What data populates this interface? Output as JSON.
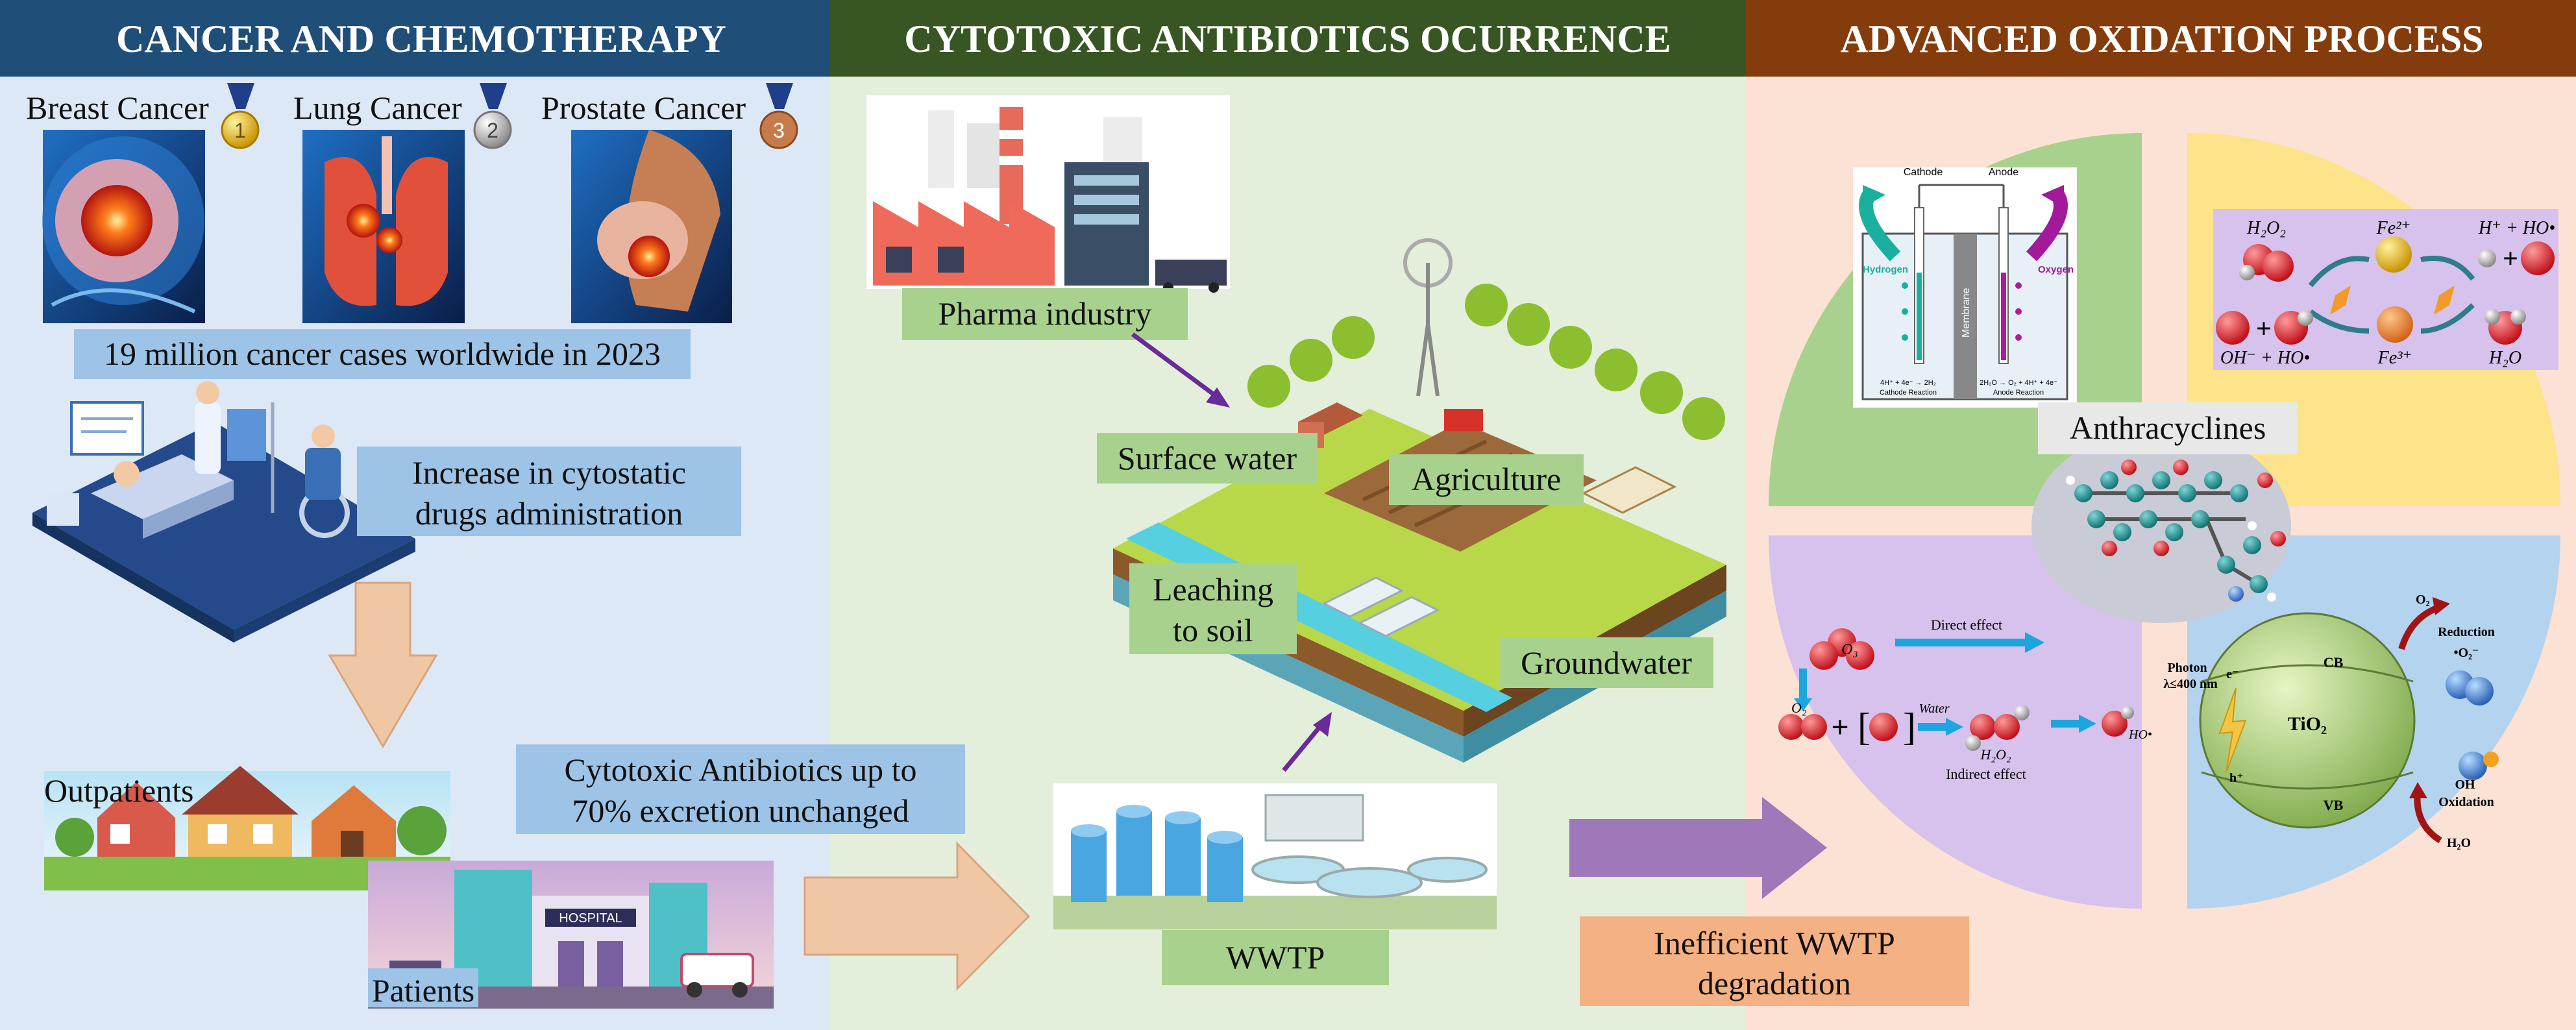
{
  "headers": {
    "left": "CANCER AND CHEMOTHERAPY",
    "middle": "CYTOTOXIC ANTIBIOTICS OCURRENCE",
    "right": "ADVANCED OXIDATION PROCESS"
  },
  "colors": {
    "left_header": "#1f4e79",
    "middle_header": "#375623",
    "right_header": "#843c0c",
    "left_bg": "#dde8f6",
    "middle_bg": "#e3eedb",
    "right_bg": "#fbe2d5",
    "label_blue": "#9dc3e6",
    "label_green": "#a9d18e",
    "label_orange": "#f4b183",
    "arrow_peach": "#f0c7a5",
    "arrow_purple": "#9e78b8"
  },
  "cancer": {
    "types": [
      {
        "name": "Breast Cancer",
        "medal": "1"
      },
      {
        "name": "Lung Cancer",
        "medal": "2"
      },
      {
        "name": "Prostate Cancer",
        "medal": "3"
      }
    ],
    "cases_label": "19 million cancer cases worldwide in 2023",
    "increase_label_line1": "Increase in cytostatic",
    "increase_label_line2": "drugs administration",
    "outpatients_label": "Outpatients",
    "patients_label": "Patients",
    "hospital_sign": "HOSPITAL"
  },
  "occurrence": {
    "pharma_label": "Pharma industry",
    "surface_water_label": "Surface water",
    "agriculture_label": "Agriculture",
    "leaching_line1": "Leaching",
    "leaching_line2": "to soil",
    "groundwater_label": "Groundwater",
    "excretion_line1": "Cytotoxic Antibiotics up to",
    "excretion_line2": "70% excretion unchanged",
    "wwtp_label": "WWTP",
    "inefficient_line1": "Inefficient WWTP",
    "inefficient_line2": "degradation"
  },
  "aop": {
    "anthracyclines_label": "Anthracyclines",
    "electrolysis": {
      "cathode": "Cathode",
      "anode": "Anode",
      "hydrogen": "Hydrogen",
      "oxygen": "Oxygen",
      "membrane": "Membrane",
      "cathode_reaction_eq": "4H⁺ + 4e⁻ → 2H₂",
      "cathode_reaction": "Cathode Reaction",
      "anode_reaction_eq": "2H₂O → O₂ + 4H⁺ + 4e⁻",
      "anode_reaction": "Anode Reaction"
    },
    "fenton": {
      "h2o2": "H₂O₂",
      "fe2": "Fe²⁺",
      "h_plus_ho": "H⁺ + HO•",
      "oh_plus_ho": "OH⁻ + HO•",
      "fe3": "Fe³⁺",
      "h2o": "H₂O"
    },
    "ozone": {
      "o3": "O₃",
      "o2": "O₂",
      "direct": "Direct effect",
      "water": "Water",
      "h2o2": "H₂O₂",
      "indirect": "Indirect effect",
      "ho": "HO•"
    },
    "photocatalysis": {
      "photon": "Photon",
      "wavelength": "λ≤400 nm",
      "cb": "CB",
      "vb": "VB",
      "tio2": "TiO₂",
      "electron": "e⁻",
      "hole": "h⁺",
      "o2": "O₂",
      "reduction": "Reduction",
      "superoxide": "•O₂⁻",
      "oh": "OH",
      "oxidation": "Oxidation",
      "h2o": "H₂O"
    }
  }
}
